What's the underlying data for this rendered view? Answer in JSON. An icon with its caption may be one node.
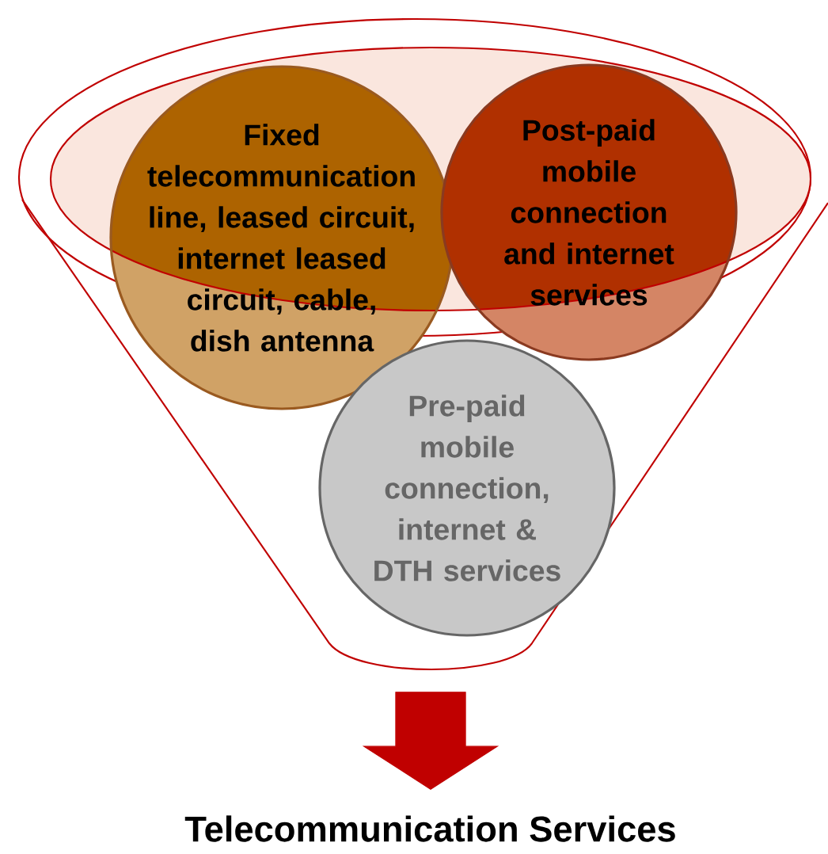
{
  "diagram": {
    "nodes": [
      {
        "text": [],
        "shape": "funnel"
      },
      {
        "text": [
          "Fixed telecommunication line, leased circuit, internet leased circuit, cable, dish antenna"
        ],
        "in": 0
      },
      {
        "text": [
          "Post-paid mobile connection and internet services"
        ],
        "in": 0
      },
      {
        "text": [
          "Pre-paid mobile connection, internet & DTH services"
        ],
        "in": 0
      },
      {
        "text": [
          "Telecommunication Services"
        ]
      }
    ],
    "edges": [
      {
        "from": 0,
        "to": 4,
        "arrow": "to"
      }
    ]
  }
}
